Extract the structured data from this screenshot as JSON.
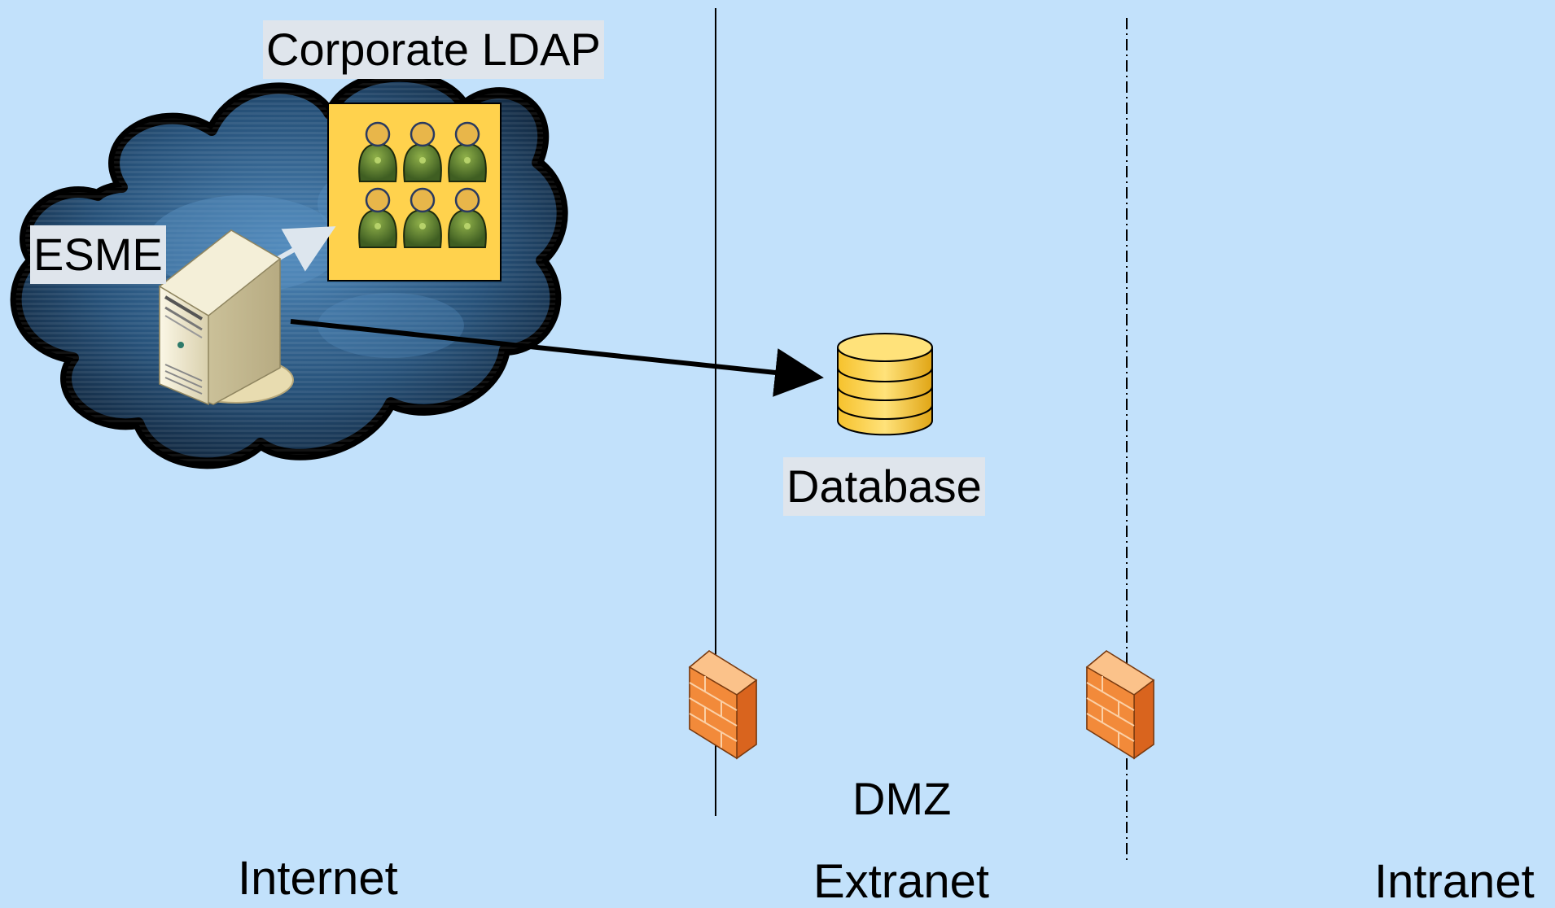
{
  "labels": {
    "ldap": "Corporate LDAP",
    "esme": "ESME",
    "database": "Database",
    "dmz": "DMZ",
    "internet": "Internet",
    "extranet": "Extranet",
    "intranet": "Intranet"
  },
  "colors": {
    "background": "#c2e1fb",
    "cloud": "#1d3a57",
    "ldap_panel": "#ffd24d",
    "database": "#ffd54a",
    "firewall": "#f28a3a"
  },
  "icons": {
    "cloud": "cloud-icon",
    "server": "server-icon",
    "users": "user-group-icon",
    "database": "database-icon",
    "firewall": "firewall-icon"
  }
}
